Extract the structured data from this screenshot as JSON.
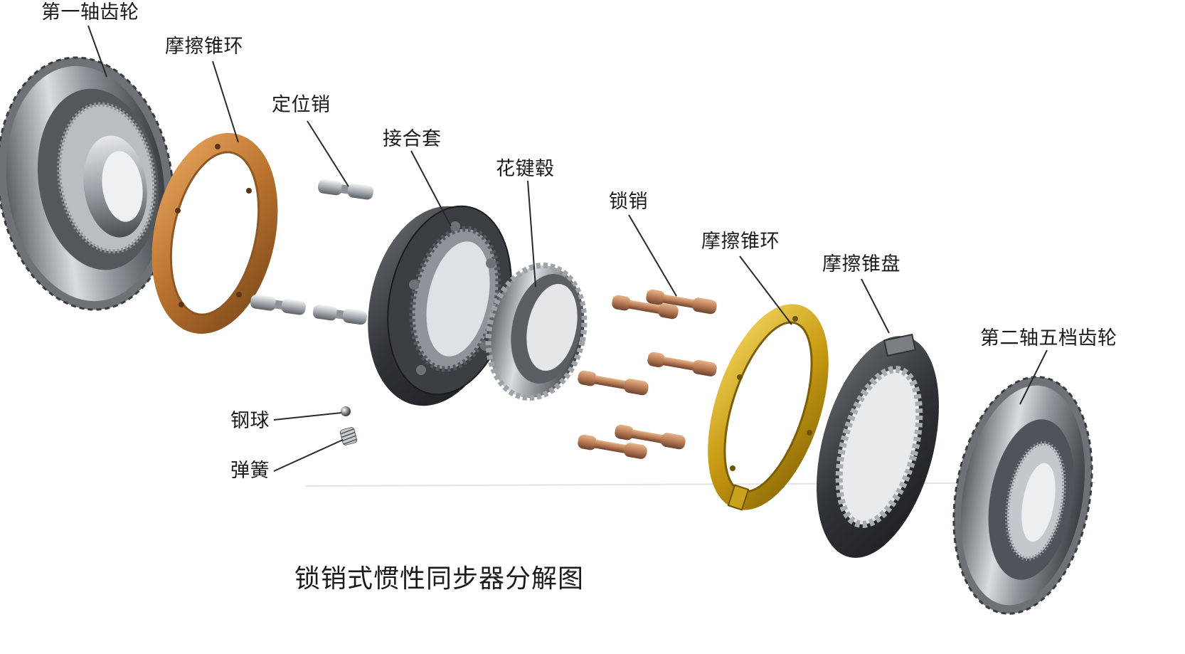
{
  "title": "锁销式惯性同步器分解图",
  "labels": {
    "first_shaft_gear": "第一轴齿轮",
    "friction_cone_ring_left": "摩擦锥环",
    "locating_pin": "定位销",
    "engagement_sleeve": "接合套",
    "spline_hub": "花键毂",
    "lock_pin": "锁销",
    "friction_cone_ring_right": "摩擦锥环",
    "friction_cone_disc": "摩擦锥盘",
    "second_shaft_fifth_gear": "第二轴五档齿轮",
    "steel_ball": "钢球",
    "spring": "弹簧"
  },
  "colors": {
    "bronze": "#c98a45",
    "brass": "#c9a21c",
    "steel": "#9aa0a6",
    "dark_steel": "#3f4246",
    "leader_line": "#2a2a2a"
  }
}
